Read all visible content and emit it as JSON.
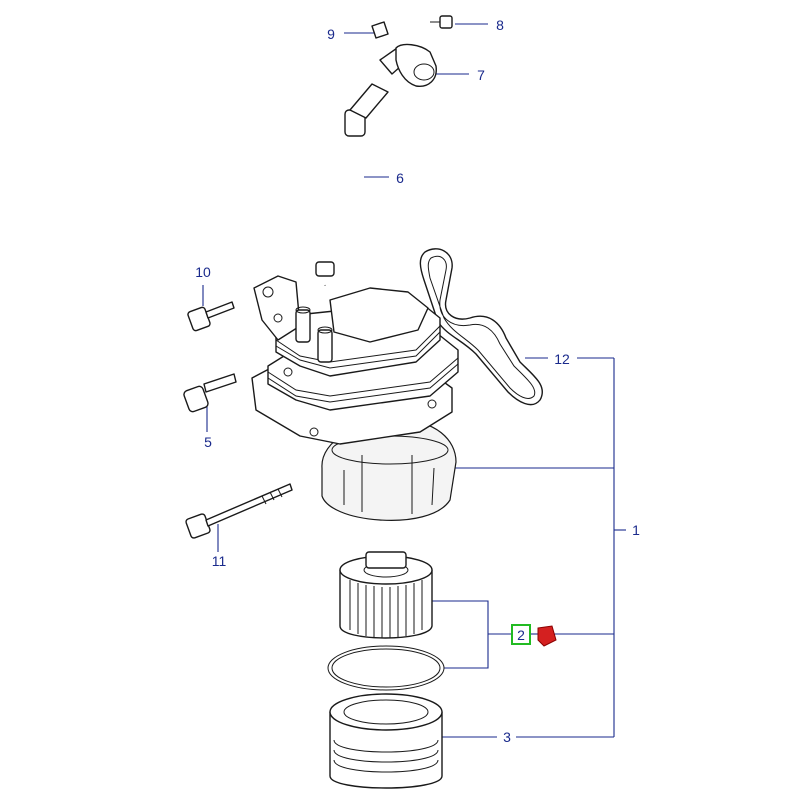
{
  "diagram": {
    "title": "Oil filter housing assembly exploded view",
    "colors": {
      "callout_text": "#1a2a8c",
      "leader_line": "#1a2a8c",
      "part_outline": "#1a1a1a",
      "highlight_box": "#22bb22",
      "highlight_part": "#d42020"
    },
    "callouts": [
      {
        "id": "c1",
        "label": "1",
        "part": "Oil filter housing / cooler assembly"
      },
      {
        "id": "c2",
        "label": "2",
        "part": "Oil filter element",
        "highlighted": true
      },
      {
        "id": "c3",
        "label": "3",
        "part": "Oil filter cap"
      },
      {
        "id": "c5",
        "label": "5",
        "part": "Stud bolt"
      },
      {
        "id": "c6",
        "label": "6",
        "part": "Breather hose"
      },
      {
        "id": "c7",
        "label": "7",
        "part": "Hose connector"
      },
      {
        "id": "c8",
        "label": "8",
        "part": "Screw"
      },
      {
        "id": "c9",
        "label": "9",
        "part": "Clip"
      },
      {
        "id": "c10",
        "label": "10",
        "part": "Flange bolt"
      },
      {
        "id": "c11",
        "label": "11",
        "part": "Long bolt"
      },
      {
        "id": "c12",
        "label": "12",
        "part": "Gasket"
      }
    ]
  }
}
